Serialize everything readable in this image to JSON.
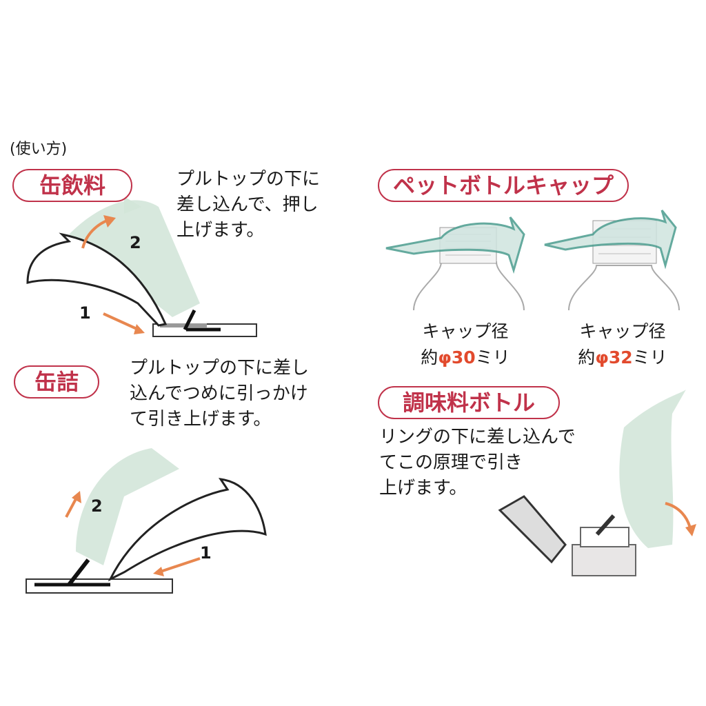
{
  "usage_heading": "(使い方)",
  "sections": {
    "can_drink": {
      "label": "缶飲料",
      "description": "プルトップの下に\n差し込んで、押し\n上げます。",
      "steps": [
        "1",
        "2"
      ]
    },
    "canned_food": {
      "label": "缶詰",
      "description": "プルトップの下に差し\n込んでつめに引っかけ\nて引き上げます。",
      "steps": [
        "1",
        "2"
      ]
    },
    "pet_bottle_cap": {
      "label": "ペットボトルキャップ",
      "caps": [
        {
          "line1": "キャップ径",
          "prefix": "約",
          "size": "φ30",
          "unit": "ミリ"
        },
        {
          "line1": "キャップ径",
          "prefix": "約",
          "size": "φ32",
          "unit": "ミリ"
        }
      ]
    },
    "seasoning_bottle": {
      "label": "調味料ボトル",
      "description": "リングの下に差し込んで\nてこの原理で引き\n上げます。"
    }
  },
  "colors": {
    "accent_pill": "#c0324a",
    "arrow_orange": "#e8874f",
    "motion_green": "#d3e6d9",
    "tool_teal": "#4a9c8e",
    "size_orange": "#e24a2d"
  }
}
